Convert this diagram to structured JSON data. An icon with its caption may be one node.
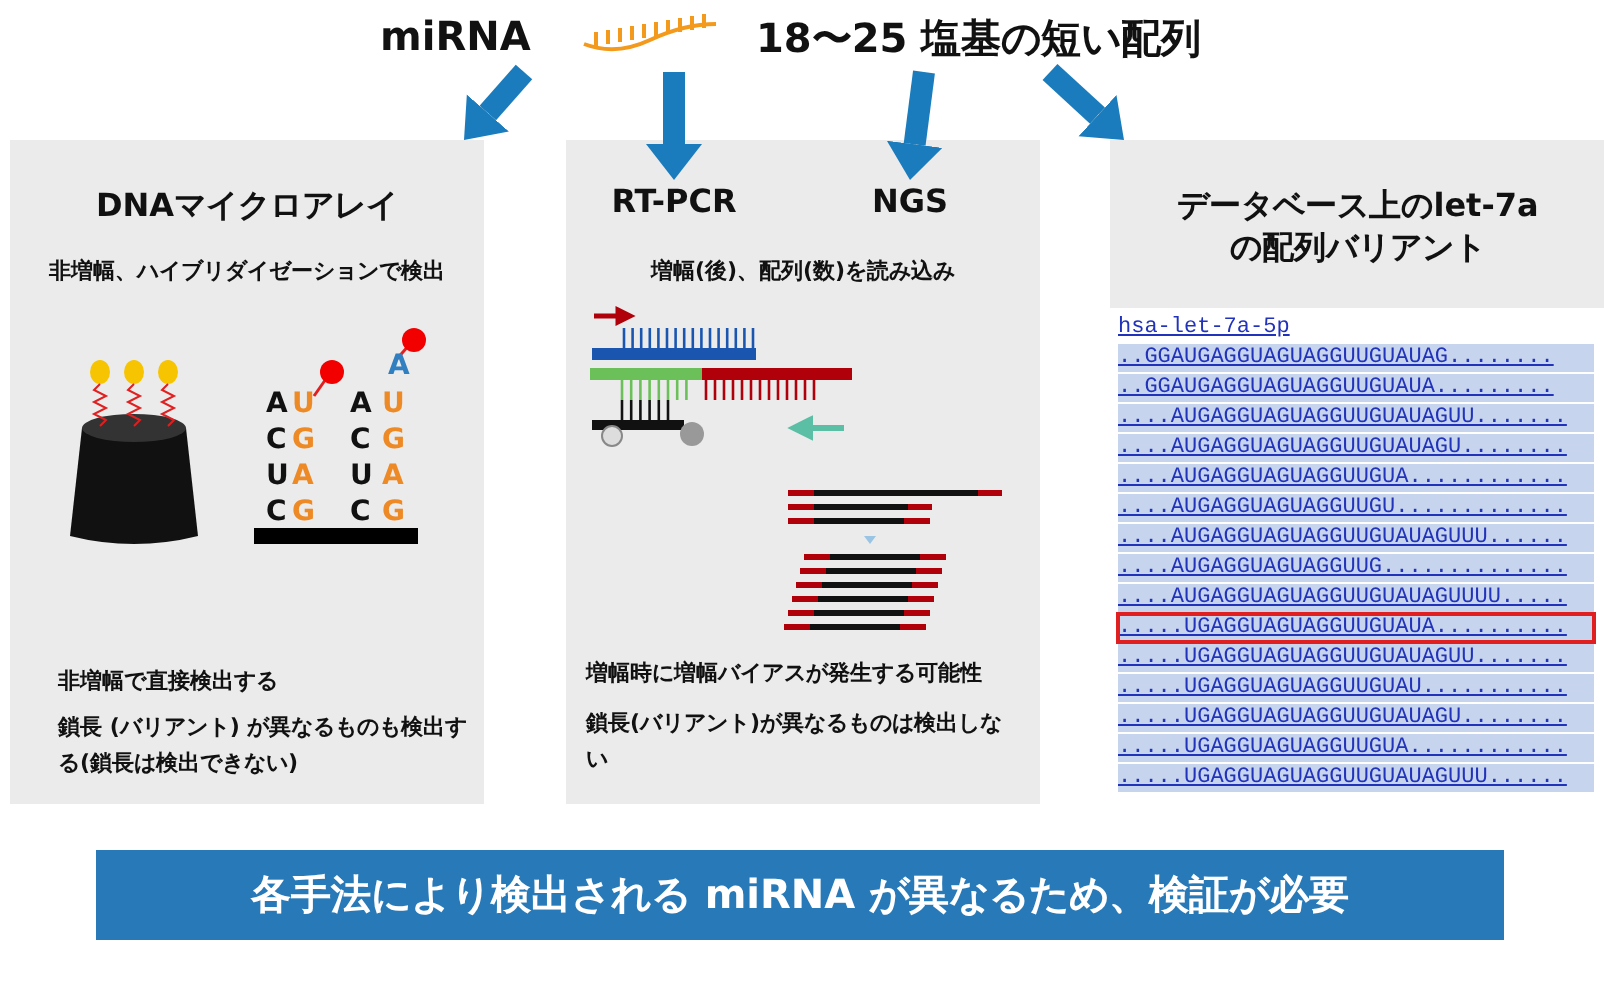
{
  "diagram": {
    "nodes": [
      {
        "text": [
          "miRNA",
          "18〜25 塩基の短い配列"
        ]
      },
      {
        "text": [
          "DNAマイクロアレイ",
          "非増幅、ハイブリダイゼーションで検出",
          "非増幅で直接検出する",
          "鎖長 (バリアント) が異なるものも検出する(鎖長は検出できない)"
        ]
      },
      {
        "text": [
          "増幅(後)、配列(数)を読み込み",
          "増幅時に増幅バイアスが発生する可能性",
          "鎖長(バリアント)が異なるものは検出しない"
        ]
      },
      {
        "text": [
          "RT-PCR"
        ],
        "in": 2
      },
      {
        "text": [
          "NGS"
        ],
        "in": 2
      },
      {
        "text": [
          "データベース上のlet-7a の配列バリアント"
        ]
      },
      {
        "text": [
          "各手法により検出される miRNA が異なるため、検証が必要"
        ]
      }
    ],
    "edges": [
      {
        "from": 0,
        "to": 1,
        "arrow": "to"
      },
      {
        "from": 0,
        "to": 3,
        "arrow": "to"
      },
      {
        "from": 0,
        "to": 4,
        "arrow": "to"
      },
      {
        "from": 0,
        "to": 5,
        "arrow": "to"
      }
    ],
    "labels": [
      "A",
      "A",
      "U",
      "A",
      "U",
      "C",
      "G",
      "C",
      "G",
      "U",
      "A",
      "U",
      "A",
      "C",
      "G",
      "C",
      "G",
      "hsa-let-7a-5p",
      "..GGAUGAGGUAGUAGGUUGUAUAG........",
      "..GGAUGAGGUAGUAGGUUGUAUA.........",
      "....AUGAGGUAGUAGGUUGUAUAGUU.......",
      "....AUGAGGUAGUAGGUUGUAUAGU........",
      "....AUGAGGUAGUAGGUUGUA............",
      "....AUGAGGUAGUAGGUUGU.............",
      "....AUGAGGUAGUAGGUUGUAUAGUUU......",
      "....AUGAGGUAGUAGGUUG..............",
      "....AUGAGGUAGUAGGUUGUAUAGUUUU.....",
      ".....UGAGGUAGUAGGUUGUAUA..........",
      ".....UGAGGUAGUAGGUUGUAUAGUU.......",
      ".....UGAGGUAGUAGGUUGUAU...........",
      ".....UGAGGUAGUAGGUUGUAUAGU........",
      ".....UGAGGUAGUAGGUUGUA............",
      ".....UGAGGUAGUAGGUUGUAUAGUUU......"
    ]
  }
}
